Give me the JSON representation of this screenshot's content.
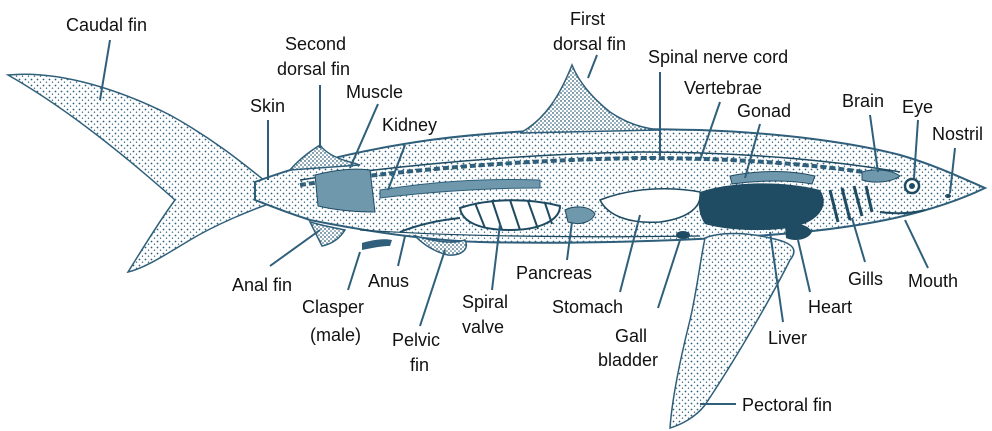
{
  "colors": {
    "body": "#2f5f7a",
    "body_light": "#6f98ad",
    "organ": "#1f4b63",
    "leader": "#2f5f7a",
    "text": "#111111",
    "background": "#ffffff"
  },
  "labels": {
    "caudal_fin": "Caudal fin",
    "second_dorsal_fin_1": "Second",
    "second_dorsal_fin_2": "dorsal fin",
    "first_dorsal_fin_1": "First",
    "first_dorsal_fin_2": "dorsal fin",
    "spinal_nerve_cord": "Spinal nerve cord",
    "vertebrae": "Vertebrae",
    "skin": "Skin",
    "muscle": "Muscle",
    "kidney": "Kidney",
    "gonad": "Gonad",
    "brain": "Brain",
    "eye": "Eye",
    "nostril": "Nostril",
    "anal_fin": "Anal fin",
    "anus": "Anus",
    "clasper_1": "Clasper",
    "clasper_2": "(male)",
    "pelvic_fin_1": "Pelvic",
    "pelvic_fin_2": "fin",
    "spiral_valve_1": "Spiral",
    "spiral_valve_2": "valve",
    "pancreas": "Pancreas",
    "stomach": "Stomach",
    "gall_bladder_1": "Gall",
    "gall_bladder_2": "bladder",
    "liver": "Liver",
    "heart": "Heart",
    "gills": "Gills",
    "mouth": "Mouth",
    "pectoral_fin": "Pectoral fin"
  }
}
